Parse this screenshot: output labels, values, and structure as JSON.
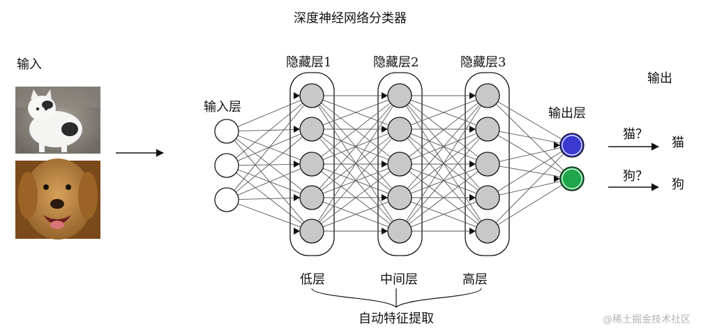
{
  "title": "深度神经网络分类器",
  "input_label": "输入",
  "output_label": "输出",
  "layers": {
    "input": "输入层",
    "hidden1": "隐藏层1",
    "hidden2": "隐藏层2",
    "hidden3": "隐藏层3",
    "output": "输出层"
  },
  "levels": {
    "low": "低层",
    "mid": "中间层",
    "high": "高层"
  },
  "feature_label": "自动特征提取",
  "predictions": [
    {
      "question": "猫？",
      "answer": "猫",
      "color": "#3a3ab8"
    },
    {
      "question": "狗？",
      "answer": "狗",
      "color": "#1f9a3a"
    }
  ],
  "output_node_colors": [
    "#3a3ad0",
    "#1fa54a"
  ],
  "watermark": "@稀土掘金技术社区",
  "images": [
    {
      "icon": "kitten-photo"
    },
    {
      "icon": "dog-photo"
    }
  ]
}
